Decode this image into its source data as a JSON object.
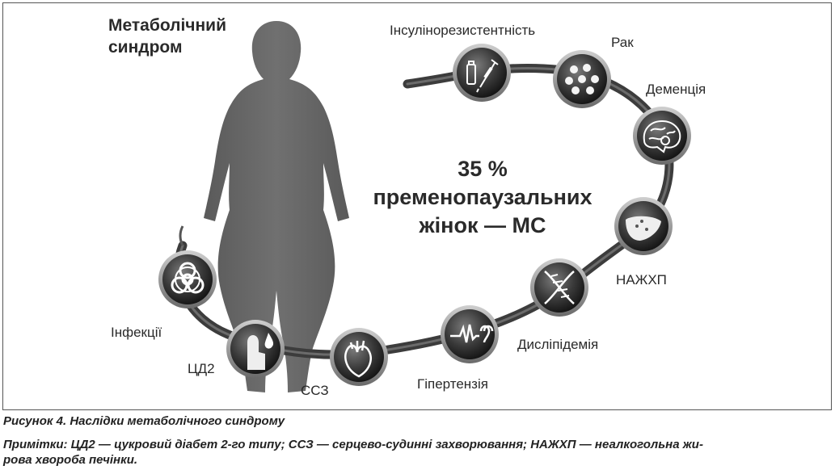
{
  "figure": {
    "title_line1": "Метаболічний",
    "title_line2": "синдром",
    "center_stat": {
      "line1": "35 %",
      "line2": "пременопаузальних",
      "line3": "жінок — МС"
    },
    "nodes": [
      {
        "id": "infections",
        "label": "Інфекції",
        "icon": "biohazard-icon"
      },
      {
        "id": "diabetes",
        "label": "ЦД2",
        "icon": "finger-blood-drop-icon"
      },
      {
        "id": "cvd",
        "label": "ССЗ",
        "icon": "heart-icon"
      },
      {
        "id": "hypertension",
        "label": "Гіпертензія",
        "icon": "heartbeat-pulse-icon"
      },
      {
        "id": "dyslipidemia",
        "label": "Дисліпідемія",
        "icon": "dna-icon"
      },
      {
        "id": "nafld",
        "label": "НАЖХП",
        "icon": "liver-icon"
      },
      {
        "id": "dementia",
        "label": "Деменція",
        "icon": "brain-icon"
      },
      {
        "id": "cancer",
        "label": "Рак",
        "icon": "cells-icon"
      },
      {
        "id": "insulin",
        "label": "Інсулінорезистентність",
        "icon": "syringe-vial-icon"
      }
    ]
  },
  "caption": "Рисунок 4. Наслідки метаболічного синдрому",
  "notes_line1": "Примітки: ЦД2 — цукровий діабет 2-го типу; ССЗ — серцево-судинні захворювання; НАЖХП — неалкогольна жи-",
  "notes_line2": "рова хвороба печінки."
}
